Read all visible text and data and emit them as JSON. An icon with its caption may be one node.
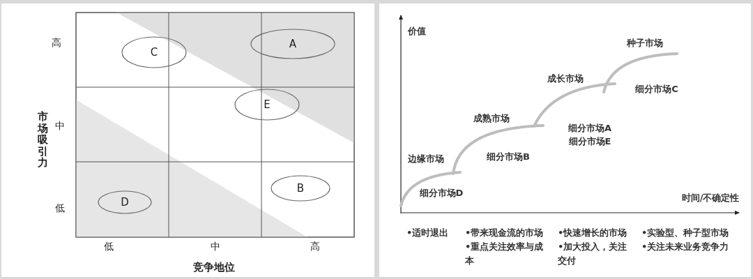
{
  "diagram": {
    "nodes": [
      {
        "text": [
          "C"
        ]
      },
      {
        "text": [
          "A"
        ]
      },
      {
        "text": [
          "E"
        ]
      },
      {
        "text": [
          "B"
        ]
      },
      {
        "text": [
          "D"
        ]
      }
    ],
    "labels": [
      "高",
      "中",
      "低",
      "市场吸引力",
      "低",
      "中",
      "高",
      "竞争地位",
      "价值",
      "种子市场",
      "成长市场",
      "细分市场C",
      "成熟市场",
      "细分市场A",
      "细分市场E",
      "边缘市场",
      "细分市场B",
      "细分市场D",
      "时间/不确定性",
      "•适时退出",
      "•带来现金流的市场",
      "•快速增长的市场",
      "•实验型、种子型市场",
      "•重点关注效率与成本",
      "•加大投入，关注交付",
      "•关注未来业务竞争力"
    ]
  }
}
